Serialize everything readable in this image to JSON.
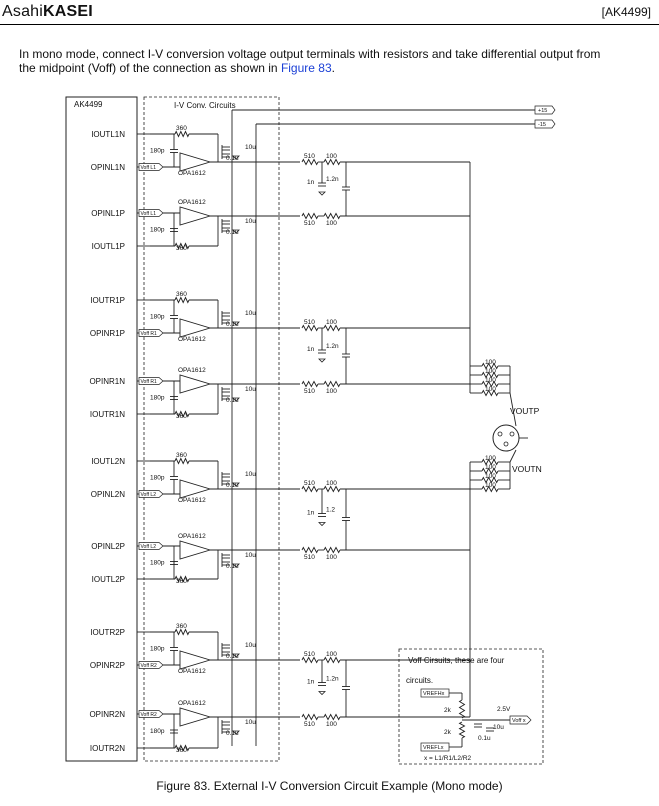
{
  "header": {
    "brand_prefix": "Asahi",
    "brand_bold": "KASEI",
    "doc_id": "[AK4499]"
  },
  "intro": {
    "text": "In mono mode, connect I-V conversion voltage output terminals with resistors and take differential output from the midpoint (Voff) of the connection as shown in ",
    "link": "Figure 83",
    "suffix": "."
  },
  "schematic": {
    "chip_label": "AK4499",
    "iv_box_label": "I-V Conv. Circuits",
    "pins": [
      "IOUTL1N",
      "OPINL1N",
      "OPINL1P",
      "IOUTL1P",
      "IOUTR1P",
      "OPINR1P",
      "OPINR1N",
      "IOUTR1N",
      "IOUTL2N",
      "OPINL2N",
      "OPINL2P",
      "IOUTL2P",
      "IOUTR2P",
      "OPINR2P",
      "OPINR2N",
      "IOUTR2N"
    ],
    "opamp_label": "OPA1612",
    "voff_tags": [
      "Voff L1",
      "Voff L1",
      "Voff R1",
      "Voff R1",
      "Voff L2",
      "Voff L2",
      "Voff R2",
      "Voff R2"
    ],
    "feedback_res": "360",
    "feedback_cap": "180p",
    "decoup_cap": "10u",
    "bypass_cap": "0.1u",
    "filter_res_a": "510",
    "filter_res_b": "100",
    "filter_cap_diff": "1.2n",
    "filter_cap_diff_alt": "1.2",
    "filter_cap_gnd": "1n",
    "mix_res": "100",
    "supply_pos": "+15",
    "supply_neg": "-15",
    "out_p": "VOUTP",
    "out_n": "VOUTN"
  },
  "voff_box": {
    "title": "Voff Cirsuits, these are four",
    "title2": "circuits.",
    "vrefh": "VREFHx",
    "vrefl": "VREFLx",
    "res": "2k",
    "cap_big": "10u",
    "cap_small": "0.1u",
    "volt": "2.5V",
    "out_tag": "Voff x",
    "note": "x = L1/R1/L2/R2"
  },
  "caption": "Figure 83. External I-V Conversion Circuit Example (Mono mode)"
}
